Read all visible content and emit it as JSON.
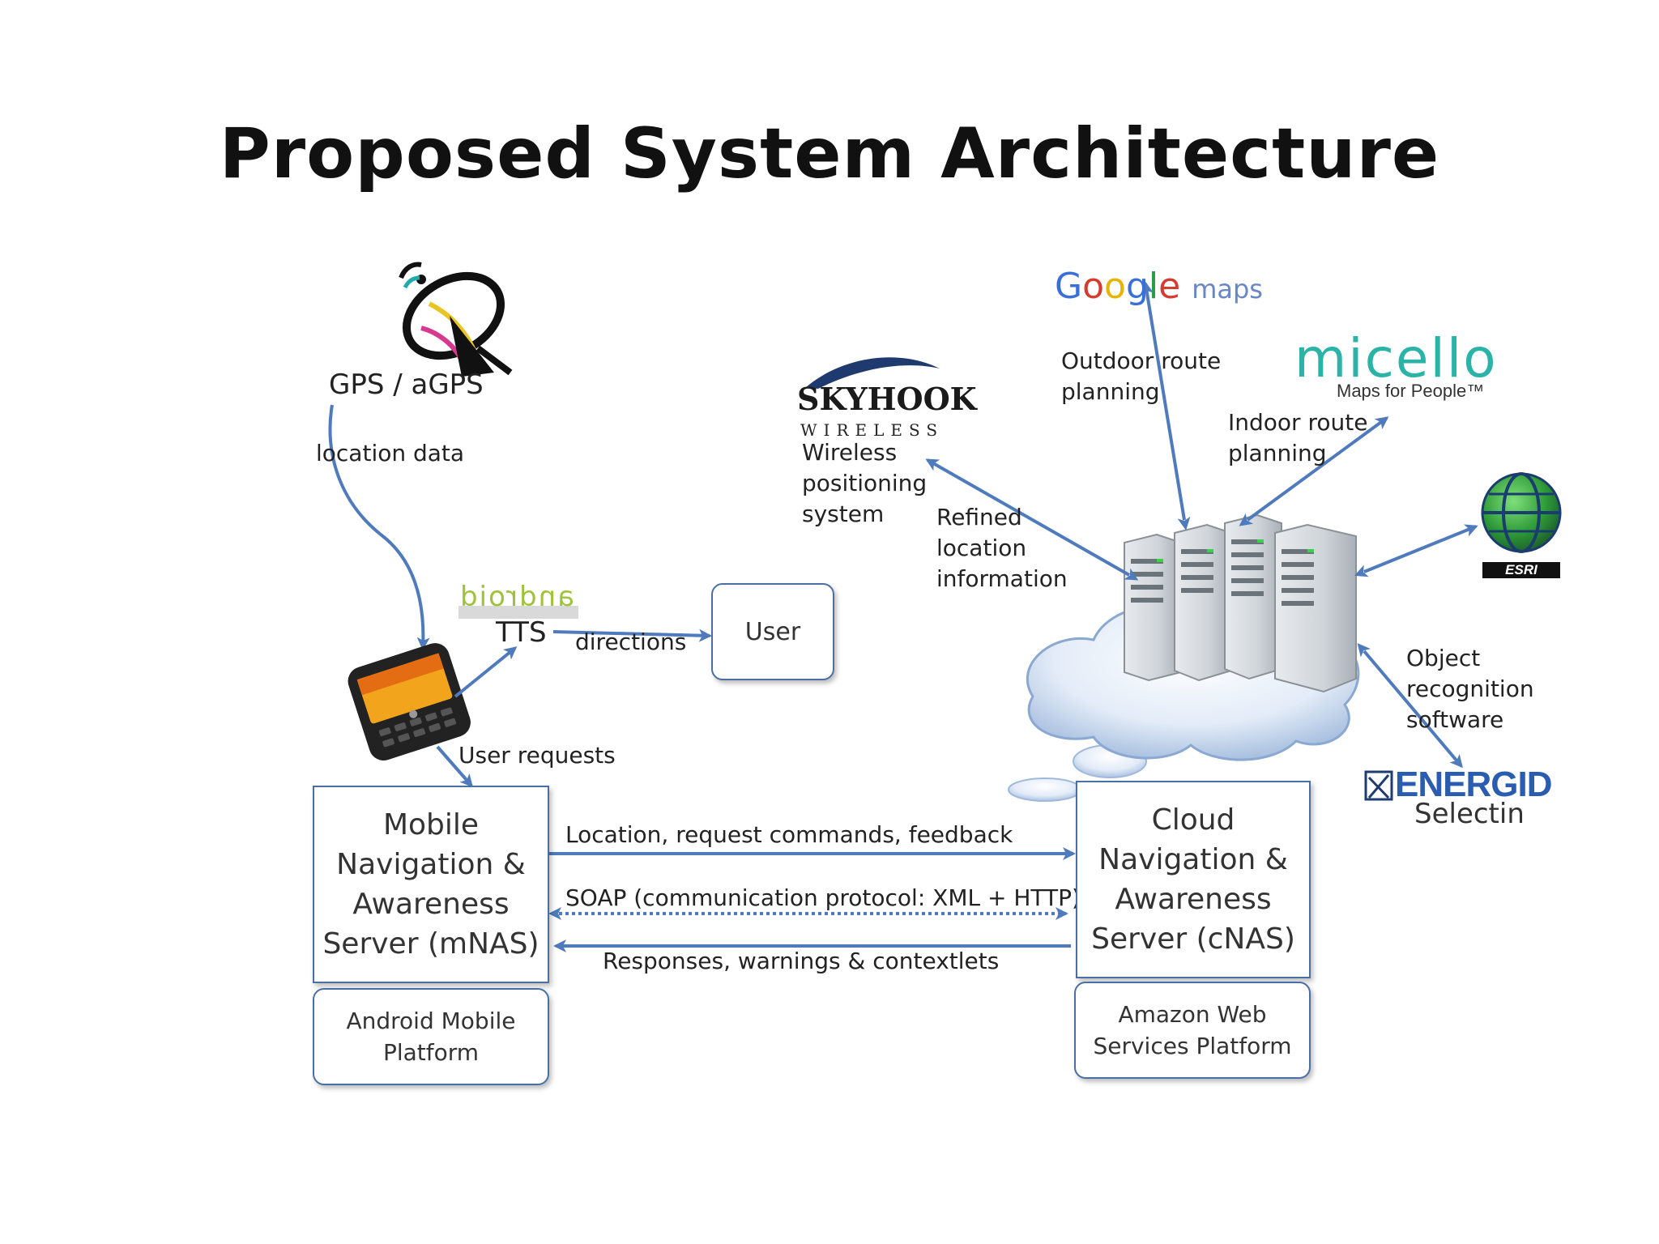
{
  "title": "Proposed System Architecture",
  "logos": {
    "google": {
      "g1": "G",
      "g2": "o",
      "g3": "o",
      "g4": "g",
      "g5": "l",
      "g6": "e",
      "maps": "maps"
    },
    "micello": {
      "name": "micello",
      "tagline": "Maps for People™"
    },
    "skyhook": {
      "name": "SKYHOOK",
      "sub": "WIRELESS"
    },
    "esri": "ESRI",
    "energid": "ENERGID",
    "android": "android"
  },
  "labels": {
    "gps": "GPS / aGPS",
    "location_data": "location data",
    "tts": "TTS",
    "directions": "directions",
    "user_requests": "User requests",
    "skyhook_desc": [
      "Wireless",
      "positioning",
      "system"
    ],
    "refined": [
      "Refined",
      "location",
      "information"
    ],
    "outdoor": [
      "Outdoor route",
      "planning"
    ],
    "indoor": [
      "Indoor route",
      "planning"
    ],
    "object": [
      "Object",
      "recognition",
      "software"
    ],
    "selectin": "Selectin",
    "location_cmds": "Location,  request commands, feedback",
    "soap": "SOAP (communication protocol: XML + HTTP)",
    "responses": "Responses, warnings & contextlets"
  },
  "boxes": {
    "user": "User",
    "mnas": [
      "Mobile",
      "Navigation &",
      "Awareness",
      "Server (mNAS)"
    ],
    "cnas": [
      "Cloud",
      "Navigation &",
      "Awareness",
      "Server (cNAS)"
    ],
    "android_platform": [
      "Android Mobile",
      "Platform"
    ],
    "aws_platform": [
      "Amazon Web",
      "Services Platform"
    ]
  },
  "colors": {
    "arrow": "#4f7bbd",
    "box_border": "#4a6fa5",
    "micello": "#2bb3a8",
    "micello_o": "#e8508a",
    "cloud": "#c9daf0"
  }
}
